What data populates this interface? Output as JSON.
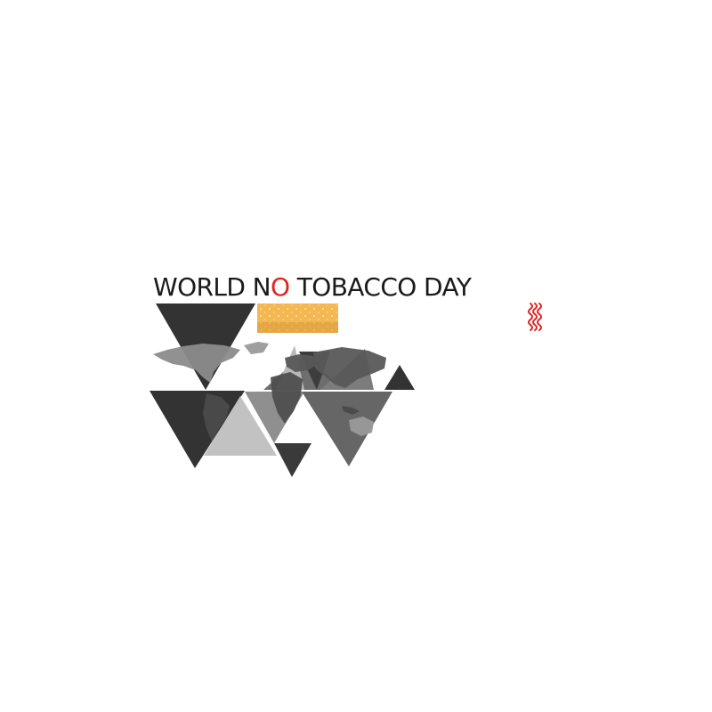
{
  "headline": {
    "part1": "WORLD N",
    "part2": "O",
    "part3": " TOBACCO DAY"
  },
  "colors": {
    "background": "#ffffff",
    "text": "#1a1a1a",
    "accent_red": "#e02424",
    "cigarette_filter": "#f3b851",
    "cigarette_filter_shadow": "#d9983a",
    "triangle_dark": "#333333",
    "triangle_mid": "#666666",
    "triangle_gray": "#9c9c9c",
    "triangle_light": "#c2c2c2",
    "map_land": "#8c8c8c"
  },
  "icons": {
    "smoke": "smoke-icon",
    "cigarette": "cigarette-icon",
    "world_map": "world-map-icon"
  }
}
